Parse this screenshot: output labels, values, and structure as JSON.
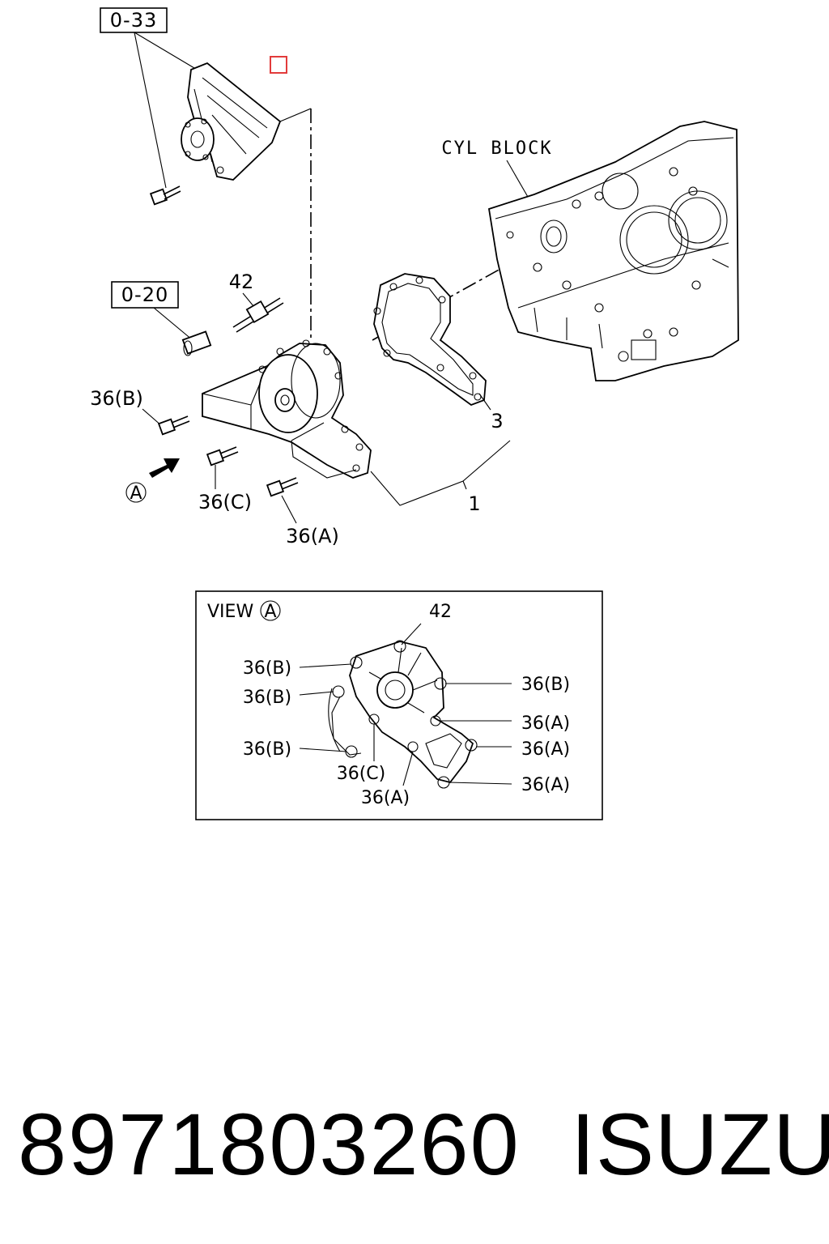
{
  "refs": {
    "ref_033": "0-33",
    "ref_020": "0-20"
  },
  "labels": {
    "cyl_block": "CYL BLOCK",
    "n42": "42",
    "n36b": "36(B)",
    "n36c": "36(C)",
    "n36a": "36(A)",
    "n3": "3",
    "n1": "1",
    "view_a": "A"
  },
  "view": {
    "title": "VIEW",
    "title_mark": "A",
    "n42": "42",
    "left_36b_1": "36(B)",
    "left_36b_2": "36(B)",
    "left_36b_3": "36(B)",
    "right_36b": "36(B)",
    "right_36a_1": "36(A)",
    "right_36a_2": "36(A)",
    "right_36a_3": "36(A)",
    "bottom_36c": "36(C)",
    "bottom_36a": "36(A)"
  },
  "footer": {
    "part_number": "8971803260",
    "brand": "ISUZU"
  }
}
